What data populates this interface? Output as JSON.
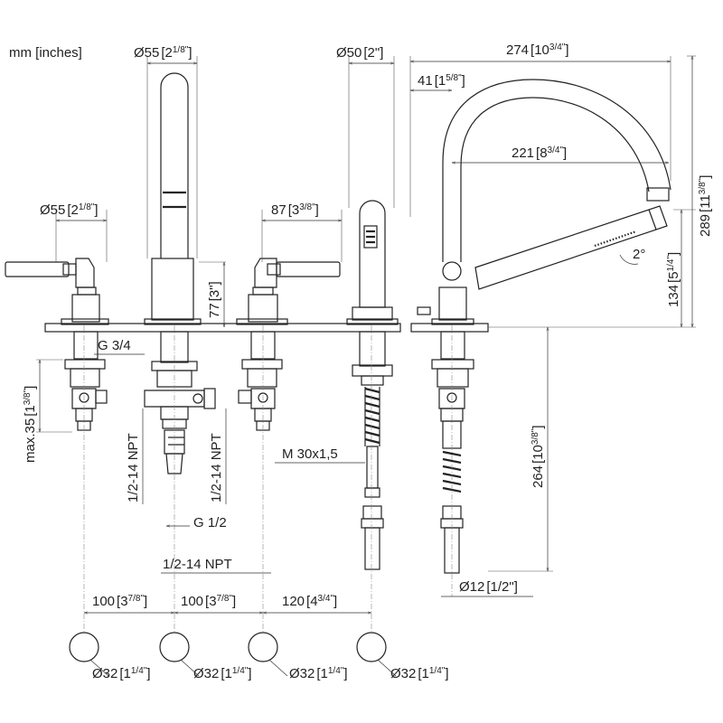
{
  "units_label": "mm [inches]",
  "labels": {
    "d55_top": {
      "mm": "55",
      "in": "2",
      "frac": "1/8\""
    },
    "d50_top": {
      "mm": "50",
      "in": "2\""
    },
    "w274": {
      "mm": "274",
      "in": "10",
      "frac": "3/4\""
    },
    "w41": {
      "mm": "41",
      "in": "1",
      "frac": "5/8\""
    },
    "w221": {
      "mm": "221",
      "in": "8",
      "frac": "3/4\""
    },
    "h289": {
      "mm": "289",
      "in": "11",
      "frac": "3/8\""
    },
    "d55_lever": {
      "mm": "55",
      "in": "2",
      "frac": "1/8\""
    },
    "w87": {
      "mm": "87",
      "in": "3",
      "frac": "3/8\""
    },
    "h77": {
      "mm": "77",
      "in": "3\""
    },
    "h134": {
      "mm": "134",
      "in": "5",
      "frac": "1/4\""
    },
    "angle": "2°",
    "g34": "G 3/4",
    "max35": {
      "text": "max.35",
      "in": "1",
      "frac": "3/8\""
    },
    "npt_left": "1/2-14 NPT",
    "npt_mid": "1/2-14 NPT",
    "npt_bottom": "1/2-14 NPT",
    "g12": "G 1/2",
    "m30": "M 30x1,5",
    "h264": {
      "mm": "264",
      "in": "10",
      "frac": "3/8\""
    },
    "d12": {
      "mm": "12",
      "in": "1/2\""
    },
    "spacing": [
      {
        "mm": "100",
        "in": "3",
        "frac": "7/8\""
      },
      {
        "mm": "100",
        "in": "3",
        "frac": "7/8\""
      },
      {
        "mm": "120",
        "in": "4",
        "frac": "3/4\""
      }
    ],
    "holes": [
      {
        "mm": "32",
        "in": "1",
        "frac": "1/4\""
      },
      {
        "mm": "32",
        "in": "1",
        "frac": "1/4\""
      },
      {
        "mm": "32",
        "in": "1",
        "frac": "1/4\""
      },
      {
        "mm": "32",
        "in": "1",
        "frac": "1/4\""
      }
    ]
  }
}
